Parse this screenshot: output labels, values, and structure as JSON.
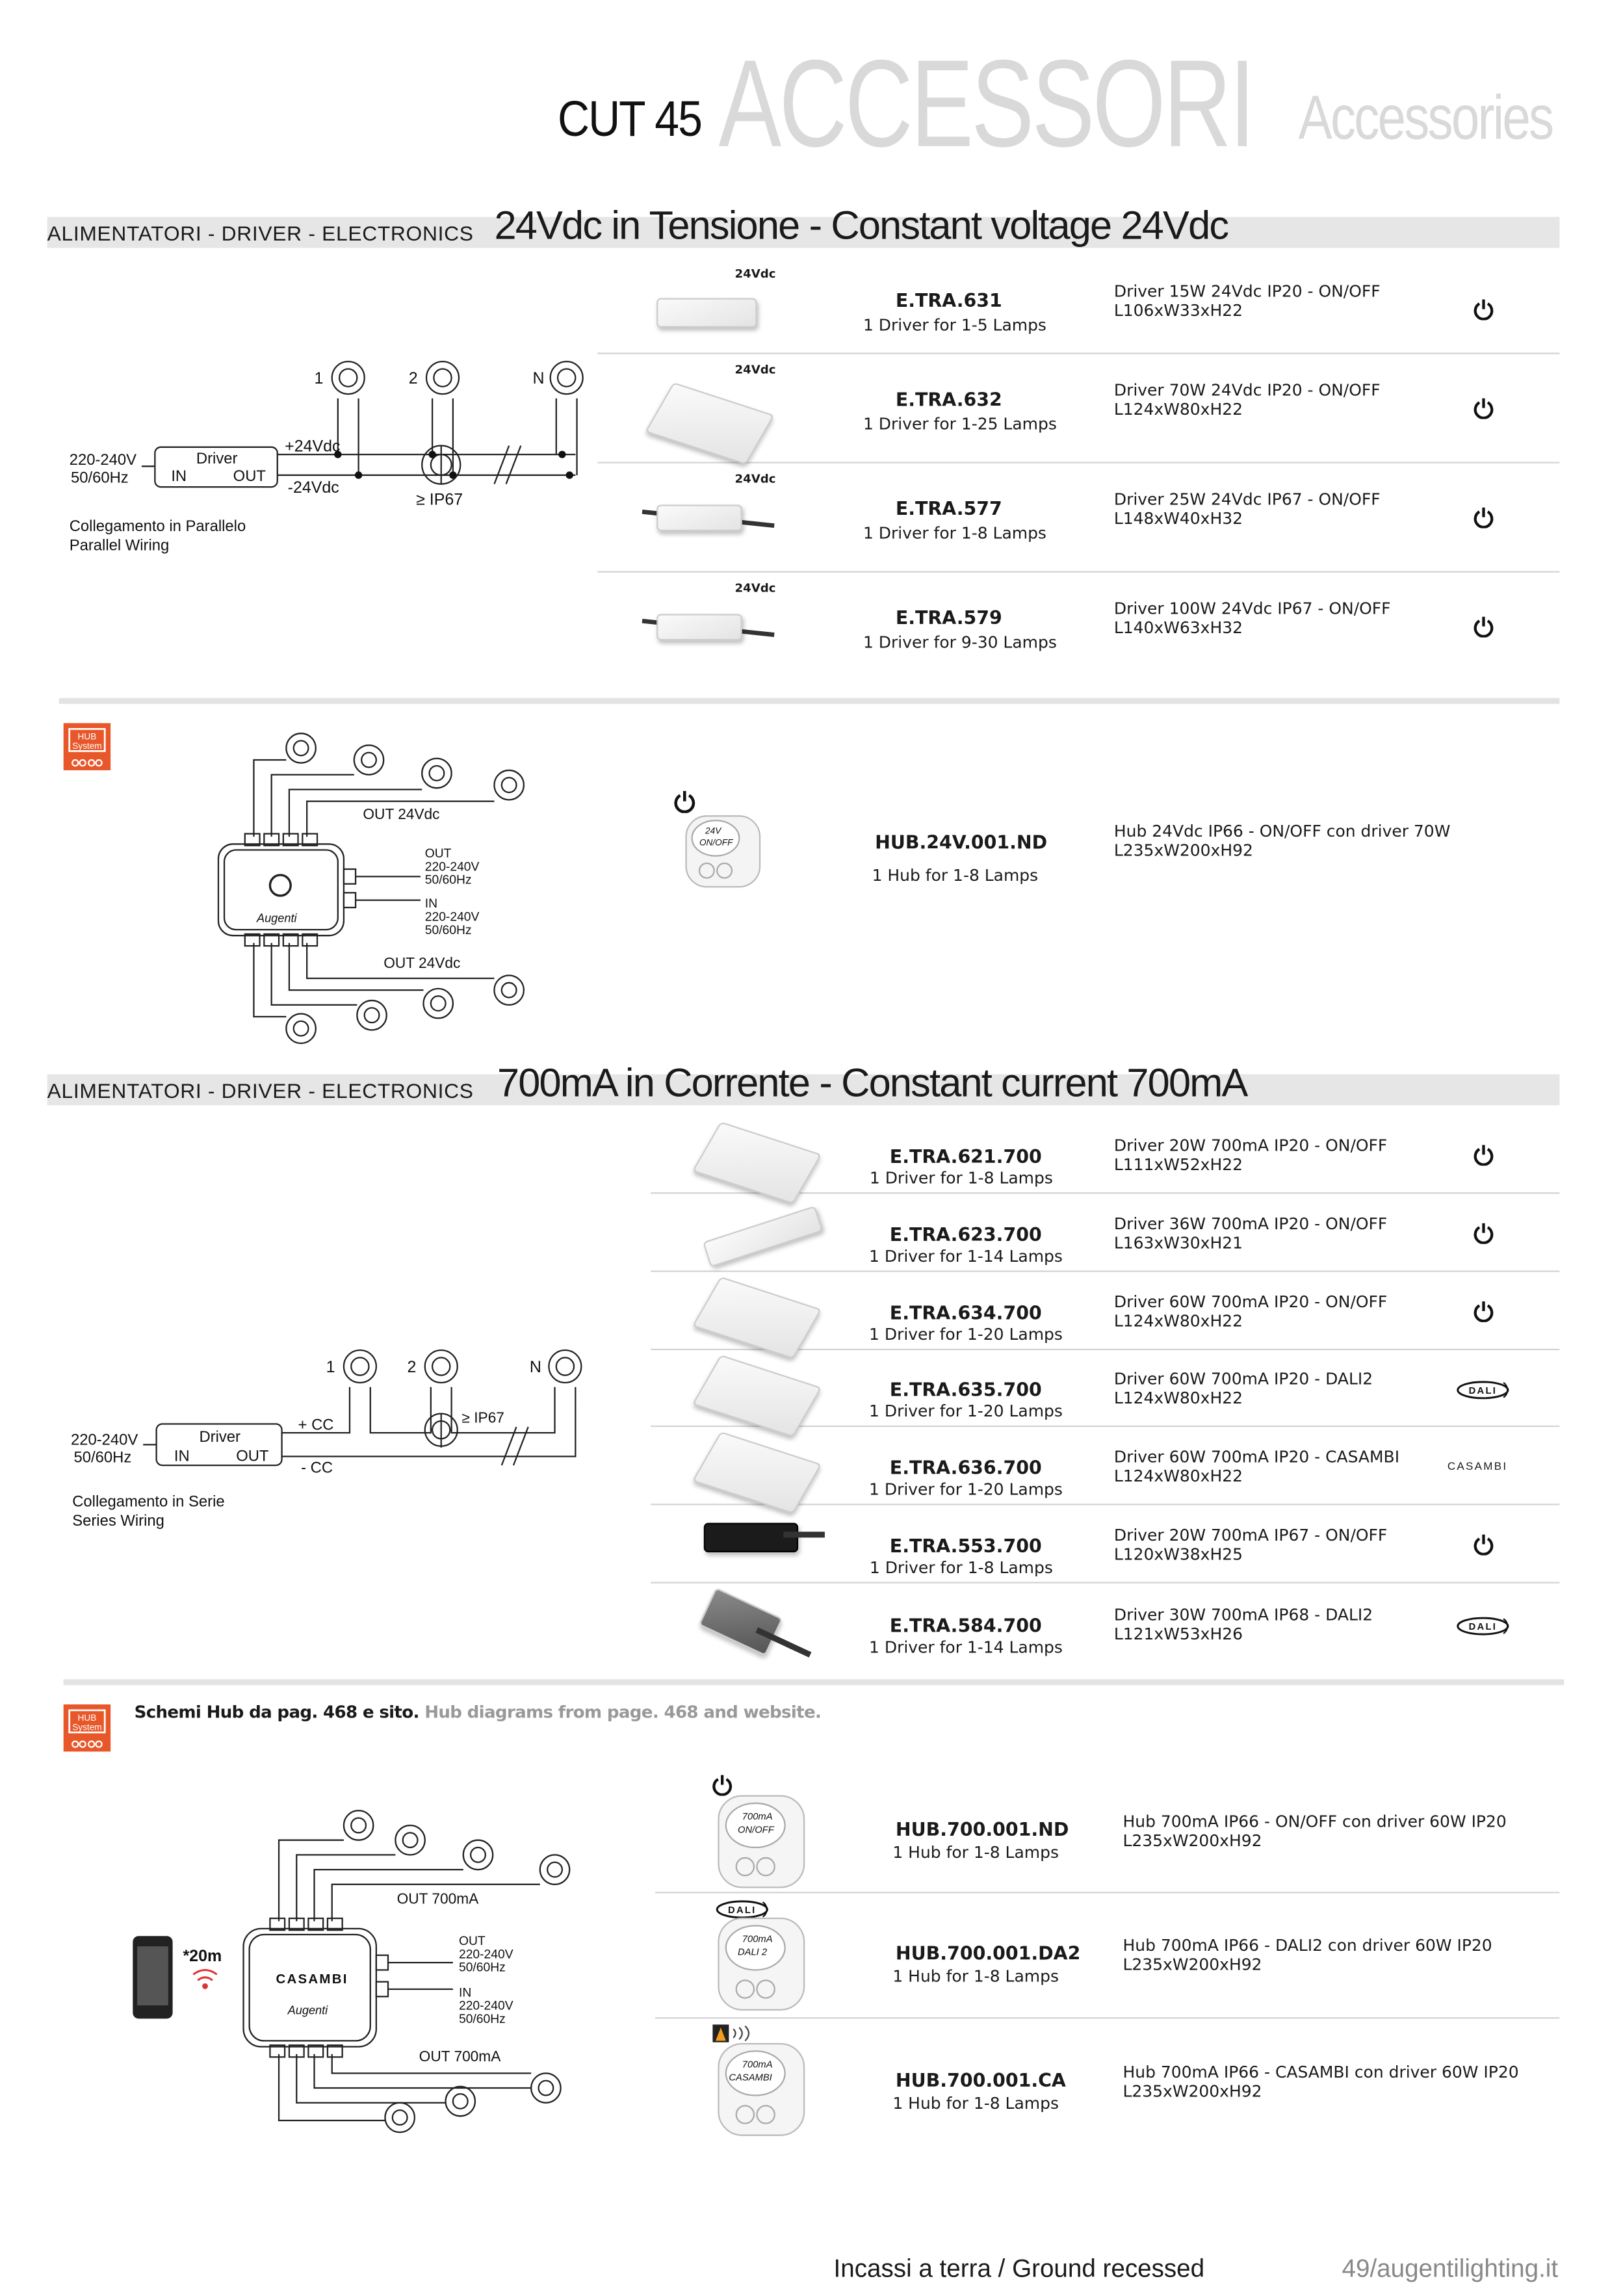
{
  "header": {
    "series": "CUT 45",
    "title_it": "ACCESSORI",
    "title_en": "Accessories"
  },
  "colors": {
    "hub_orange": "#e8572a",
    "band": "#e6e6e6",
    "casambi_accent": "#f29c1f"
  },
  "section_24v": {
    "category": "ALIMENTATORI - DRIVER - ELECTRONICS",
    "title": "24Vdc in Tensione - Constant voltage 24Vdc",
    "products": [
      {
        "tag": "24Vdc",
        "code": "E.TRA.631",
        "sub": "1 Driver for 1-5 Lamps",
        "desc": "Driver 15W 24Vdc IP20 - ON/OFF",
        "dims": "L106xW33xH22",
        "icon": "power-icon",
        "img": "small"
      },
      {
        "tag": "24Vdc",
        "code": "E.TRA.632",
        "sub": "1 Driver for 1-25 Lamps",
        "desc": "Driver 70W 24Vdc IP20 - ON/OFF",
        "dims": "L124xW80xH22",
        "icon": "power-icon",
        "img": "box"
      },
      {
        "tag": "24Vdc",
        "code": "E.TRA.577",
        "sub": "1 Driver for 1-8 Lamps",
        "desc": "Driver 25W 24Vdc IP67 - ON/OFF",
        "dims": "L148xW40xH32",
        "icon": "power-icon",
        "img": "cable"
      },
      {
        "tag": "24Vdc",
        "code": "E.TRA.579",
        "sub": "1 Driver for 9-30 Lamps",
        "desc": "Driver 100W 24Vdc IP67 - ON/OFF",
        "dims": "L140xW63xH32",
        "icon": "power-icon",
        "img": "cable"
      }
    ],
    "diagram": {
      "lamp_labels": [
        "1",
        "2",
        "N"
      ],
      "input_v": "220-240V",
      "input_hz": "50/60Hz",
      "driver": "Driver",
      "in": "IN",
      "out": "OUT",
      "plus": "+24Vdc",
      "minus": "-24Vdc",
      "ip": "≥ IP67",
      "caption_it": "Collegamento in Parallelo",
      "caption_en": "Parallel Wiring"
    },
    "hub": {
      "code": "HUB.24V.001.ND",
      "sub": "1 Hub for 1-8 Lamps",
      "desc": "Hub 24Vdc IP66 - ON/OFF con driver 70W",
      "dims": "L235xW200xH92",
      "img_label_1": "24V",
      "img_label_2": "ON/OFF",
      "diagram": {
        "out_top": "OUT 24Vdc",
        "out_bottom": "OUT 24Vdc",
        "out": "OUT",
        "in": "IN",
        "v": "220-240V",
        "hz": "50/60Hz",
        "brand": "Augenti"
      }
    }
  },
  "section_700": {
    "category": "ALIMENTATORI - DRIVER - ELECTRONICS",
    "title": "700mA in Corrente - Constant current 700mA",
    "products": [
      {
        "code": "E.TRA.621.700",
        "sub": "1 Driver for 1-8 Lamps",
        "desc": "Driver 20W 700mA IP20 - ON/OFF",
        "dims": "L111xW52xH22",
        "icon": "power-icon",
        "img": "box"
      },
      {
        "code": "E.TRA.623.700",
        "sub": "1 Driver for 1-14 Lamps",
        "desc": "Driver 36W 700mA IP20 - ON/OFF",
        "dims": "L163xW30xH21",
        "icon": "power-icon",
        "img": "long"
      },
      {
        "code": "E.TRA.634.700",
        "sub": "1 Driver for 1-20 Lamps",
        "desc": "Driver 60W 700mA IP20 - ON/OFF",
        "dims": "L124xW80xH22",
        "icon": "power-icon",
        "img": "box"
      },
      {
        "code": "E.TRA.635.700",
        "sub": "1 Driver for 1-20 Lamps",
        "desc": "Driver 60W 700mA IP20 - DALI2",
        "dims": "L124xW80xH22",
        "icon": "dali-icon",
        "img": "box"
      },
      {
        "code": "E.TRA.636.700",
        "sub": "1 Driver for 1-20 Lamps",
        "desc": "Driver 60W 700mA IP20 - CASAMBI",
        "dims": "L124xW80xH22",
        "icon": "casambi-icon",
        "img": "box"
      },
      {
        "code": "E.TRA.553.700",
        "sub": "1 Driver for 1-8 Lamps",
        "desc": "Driver 20W 700mA IP67 - ON/OFF",
        "dims": "L120xW38xH25",
        "icon": "power-icon",
        "img": "black"
      },
      {
        "code": "E.TRA.584.700",
        "sub": "1 Driver for 1-14 Lamps",
        "desc": "Driver 30W 700mA IP68 - DALI2",
        "dims": "L121xW53xH26",
        "icon": "dali-icon",
        "img": "grey"
      }
    ],
    "diagram": {
      "lamp_labels": [
        "1",
        "2",
        "N"
      ],
      "input_v": "220-240V",
      "input_hz": "50/60Hz",
      "driver": "Driver",
      "in": "IN",
      "out": "OUT",
      "plus": "+ CC",
      "minus": "- CC",
      "ip": "≥ IP67",
      "caption_it": "Collegamento in Serie",
      "caption_en": "Series Wiring"
    },
    "note_it": "Schemi Hub da pag. 468 e sito.",
    "note_en": "Hub diagrams from page. 468 and website.",
    "hubs": [
      {
        "code": "HUB.700.001.ND",
        "sub": "1 Hub for 1-8 Lamps",
        "desc": "Hub 700mA IP66 -  ON/OFF con driver 60W IP20",
        "dims": "L235xW200xH92",
        "icon": "power-icon",
        "l1": "700mA",
        "l2": "ON/OFF"
      },
      {
        "code": "HUB.700.001.DA2",
        "sub": "1 Hub for 1-8 Lamps",
        "desc": "Hub 700mA IP66 -  DALI2 con driver 60W IP20",
        "dims": "L235xW200xH92",
        "icon": "dali-icon",
        "l1": "700mA",
        "l2": "DALI 2"
      },
      {
        "code": "HUB.700.001.CA",
        "sub": "1 Hub for 1-8 Lamps",
        "desc": "Hub 700mA IP66 -  CASAMBI con driver 60W IP20",
        "dims": "L235xW200xH92",
        "icon": "casambi-app-icon",
        "l1": "700mA",
        "l2": "CASAMBI"
      }
    ],
    "hub_diagram": {
      "out_top": "OUT 700mA",
      "out_bottom": "OUT 700mA",
      "out": "OUT",
      "in": "IN",
      "v": "220-240V",
      "hz": "50/60Hz",
      "brand": "CASAMBI",
      "brand2": "Augenti",
      "range": "*20m"
    }
  },
  "logos": {
    "hub_system_1": "HUB",
    "hub_system_2": "System",
    "dali": "DALI",
    "casambi": "CASAMBI"
  },
  "footer": {
    "category": "Incassi a terra / Ground recessed",
    "page": "49/augentilighting.it"
  }
}
